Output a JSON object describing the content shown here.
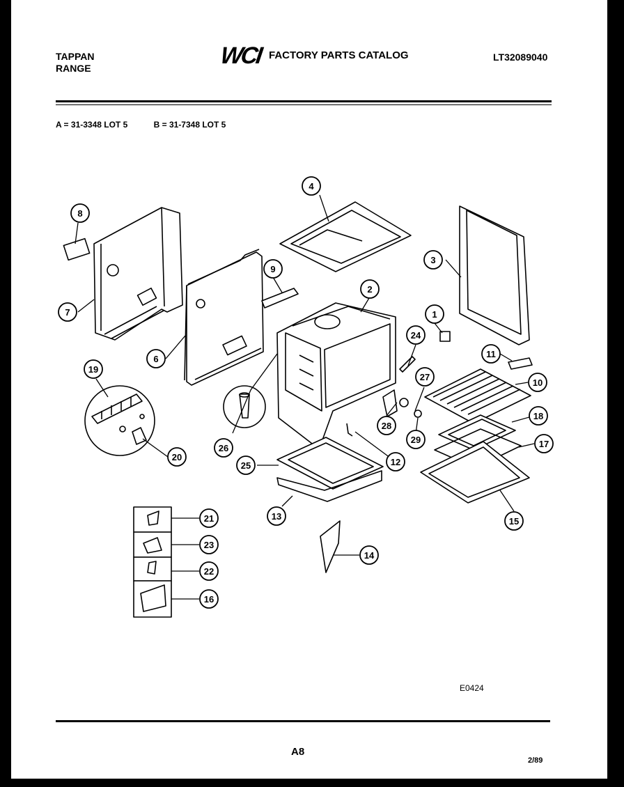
{
  "header": {
    "brand_line1": "TAPPAN",
    "brand_line2": "RANGE",
    "logo_text": "WCI",
    "catalog_title": "FACTORY PARTS CATALOG",
    "model_number": "LT32089040"
  },
  "models": {
    "a": "A = 31-3348 LOT 5",
    "b": "B = 31-7348 LOT 5"
  },
  "diagram": {
    "callouts": [
      "1",
      "2",
      "3",
      "4",
      "6",
      "7",
      "8",
      "9",
      "10",
      "11",
      "12",
      "13",
      "14",
      "15",
      "16",
      "17",
      "18",
      "19",
      "20",
      "21",
      "22",
      "23",
      "24",
      "25",
      "26",
      "27",
      "28",
      "29"
    ]
  },
  "footer": {
    "ref_code": "E0424",
    "page_number": "A8",
    "date_code": "2/89"
  }
}
